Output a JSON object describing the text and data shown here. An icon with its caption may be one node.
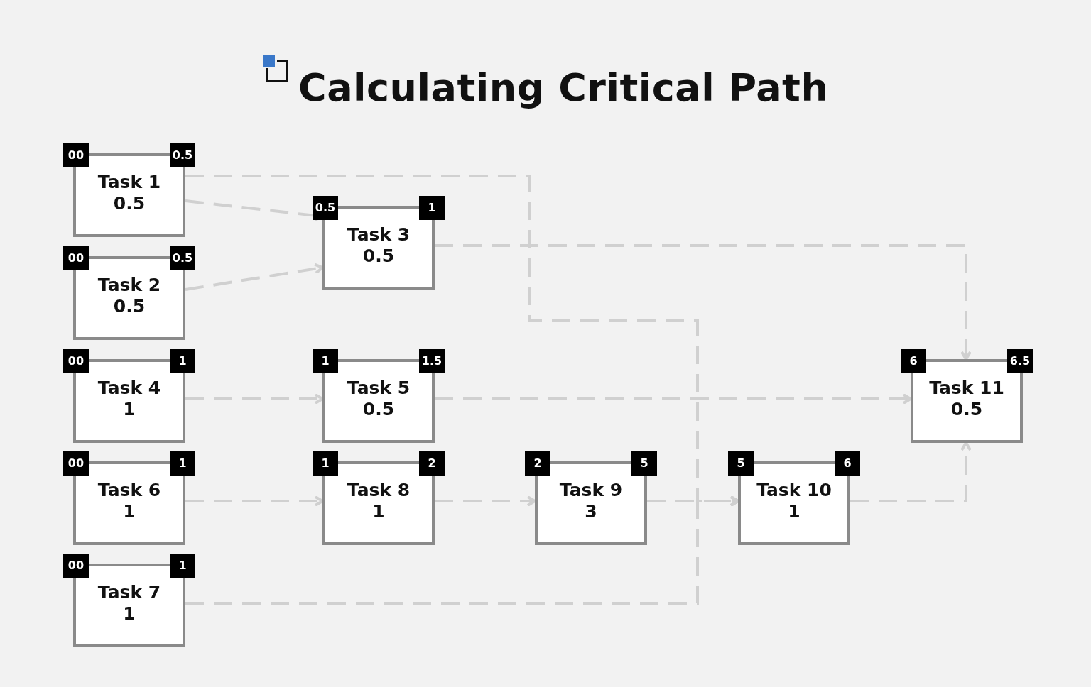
{
  "diagram": {
    "title": "Calculating Critical Path",
    "nodes": [
      {
        "text": [
          "00",
          "0.5",
          "Task 1",
          "0.5"
        ]
      },
      {
        "text": [
          "00",
          "0.5",
          "Task 2",
          "0.5"
        ]
      },
      {
        "text": [
          "0.5",
          "1",
          "Task 3",
          "0.5"
        ]
      },
      {
        "text": [
          "00",
          "1",
          "Task 4",
          "1"
        ]
      },
      {
        "text": [
          "1",
          "1.5",
          "Task 5",
          "0.5"
        ]
      },
      {
        "text": [
          "00",
          "1",
          "Task 6",
          "1"
        ]
      },
      {
        "text": [
          "00",
          "1",
          "Task 7",
          "1"
        ]
      },
      {
        "text": [
          "1",
          "2",
          "Task 8",
          "1"
        ]
      },
      {
        "text": [
          "2",
          "5",
          "Task 9",
          "3"
        ]
      },
      {
        "text": [
          "5",
          "6",
          "Task 10",
          "1"
        ]
      },
      {
        "text": [
          "6",
          "6.5",
          "Task 11",
          "0.5"
        ]
      }
    ],
    "edges": [
      {
        "from": 0,
        "to": 2,
        "arrow": "to",
        "style": "dashed"
      },
      {
        "from": 1,
        "to": 2,
        "arrow": "to",
        "style": "dashed"
      },
      {
        "from": 0,
        "to": 9,
        "arrow": "to",
        "style": "dashed"
      },
      {
        "from": 6,
        "to": 9,
        "arrow": "to",
        "style": "dashed"
      },
      {
        "from": 2,
        "to": 10,
        "arrow": "to",
        "style": "dashed"
      },
      {
        "from": 3,
        "to": 4,
        "arrow": "to",
        "style": "dashed"
      },
      {
        "from": 4,
        "to": 10,
        "arrow": "to",
        "style": "dashed"
      },
      {
        "from": 5,
        "to": 7,
        "arrow": "to",
        "style": "dashed"
      },
      {
        "from": 7,
        "to": 8,
        "arrow": "to",
        "style": "dashed"
      },
      {
        "from": 8,
        "to": 9,
        "arrow": "to",
        "style": "dashed"
      },
      {
        "from": 9,
        "to": 10,
        "arrow": "to",
        "style": "dashed"
      }
    ]
  }
}
